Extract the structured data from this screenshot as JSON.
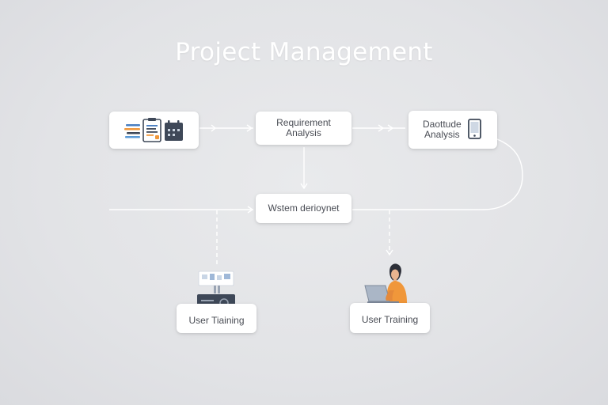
{
  "title": "Project Management",
  "nodes": {
    "documents": {
      "icon": "documents-icon"
    },
    "requirement_analysis": {
      "line1": "Requirement",
      "line2": "Analysis"
    },
    "database_analysis": {
      "line1": "Daottude",
      "line2": "Analysis",
      "icon": "tablet-icon"
    },
    "system_deployment": {
      "label": "Wstem derioynet"
    },
    "user_training_left": {
      "label": "User Tiaining",
      "icon": "server-icon"
    },
    "user_training_right": {
      "label": "User Training",
      "icon": "person-laptop-icon"
    }
  },
  "colors": {
    "connector": "#ffffff",
    "accent_orange": "#f0973a",
    "accent_blue": "#4a7fc1",
    "icon_dark": "#3e4858"
  }
}
